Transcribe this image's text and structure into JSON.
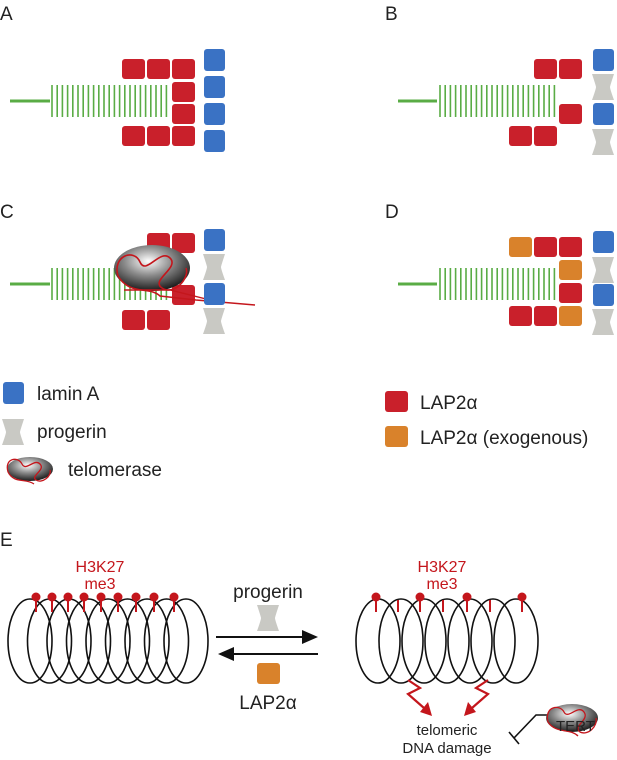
{
  "panels": {
    "a": {
      "letter": "A"
    },
    "b": {
      "letter": "B"
    },
    "c": {
      "letter": "C"
    },
    "d": {
      "letter": "D"
    },
    "e": {
      "letter": "E"
    }
  },
  "legend": {
    "lamin_a": "lamin A",
    "progerin": "progerin",
    "telomerase": "telomerase",
    "lap2a": "LAP2α",
    "lap2a_exo": "LAP2α (exogenous)"
  },
  "panel_e": {
    "h3k27_left_line1": "H3K27",
    "h3k27_left_line2": "me3",
    "h3k27_right_line1": "H3K27",
    "h3k27_right_line2": "me3",
    "progerin_label": "progerin",
    "lap2a_label": "LAP2α",
    "damage_line1": "telomeric",
    "damage_line2": "DNA damage",
    "tert_label": "TERT"
  },
  "colors": {
    "lamin_a": "#3a72c4",
    "progerin": "#c9c9c4",
    "lap2a": "#c9202b",
    "lap2a_exo": "#d9822b",
    "telomere": "#5aac45",
    "mark": "#c4161c"
  }
}
